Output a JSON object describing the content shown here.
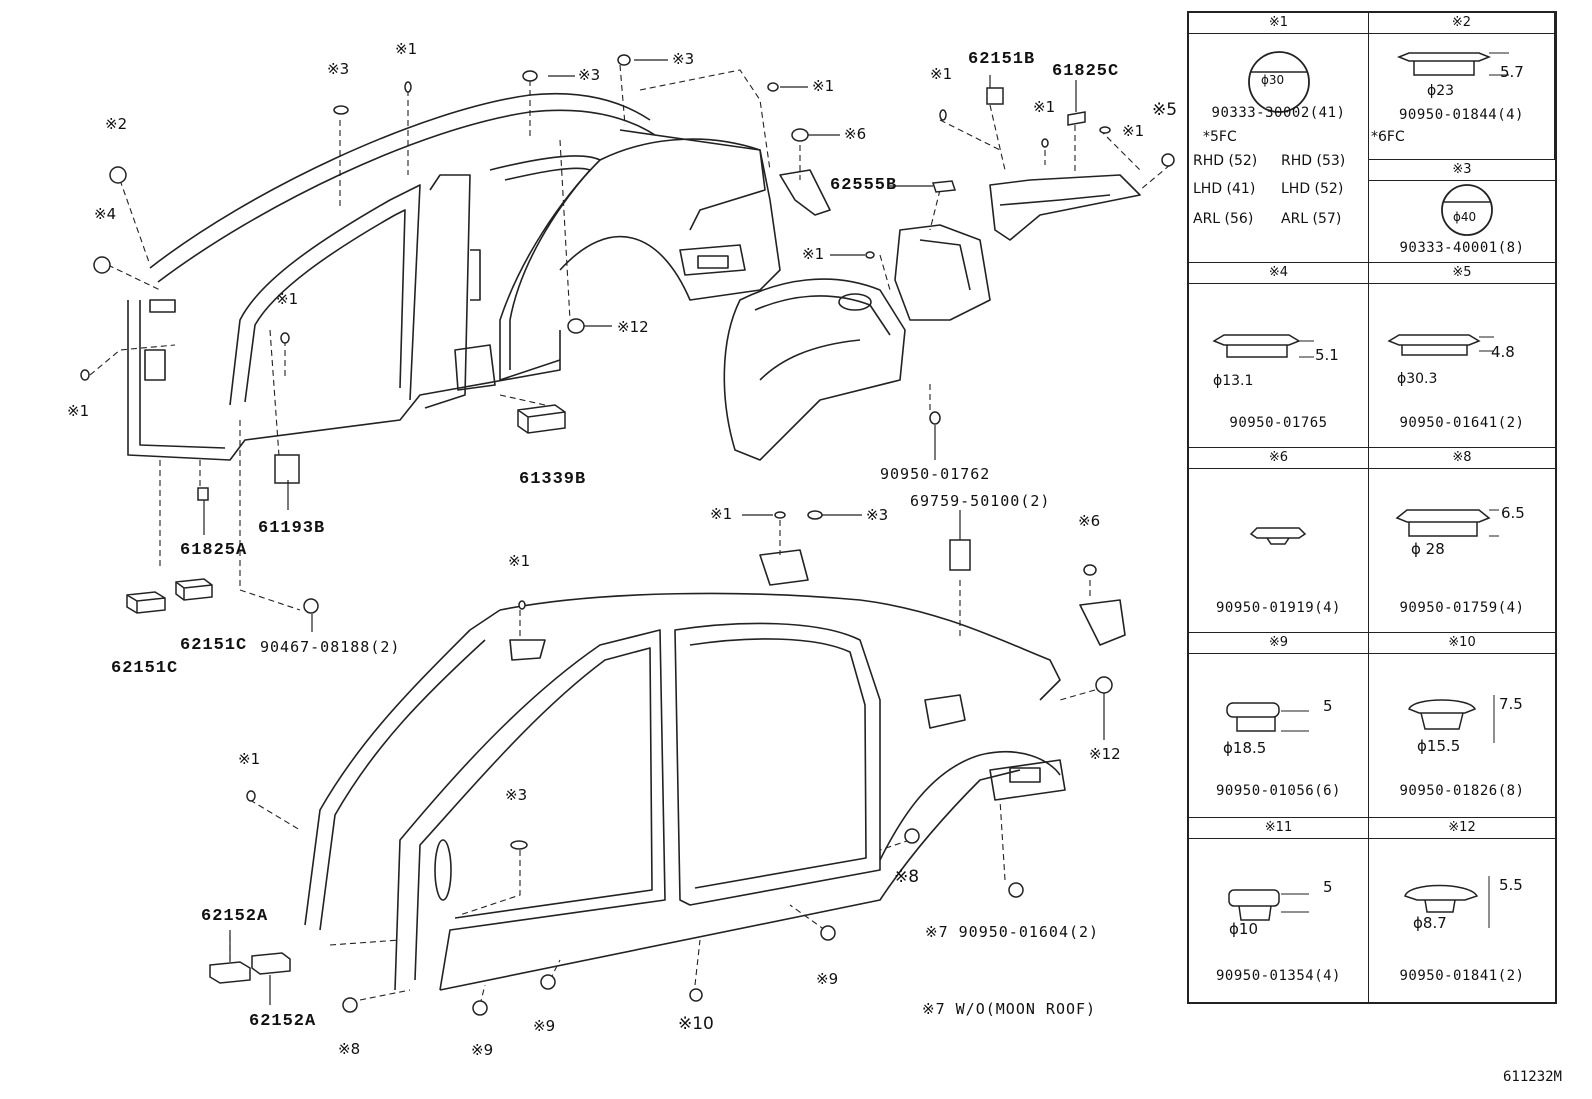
{
  "diagram_code": "611232M",
  "note": "※7 W/O(MOON ROOF)",
  "part_labels": [
    {
      "id": "61339B",
      "text": "61339B"
    },
    {
      "id": "61193B",
      "text": "61193B"
    },
    {
      "id": "61825A",
      "text": "61825A"
    },
    {
      "id": "62151C_a",
      "text": "62151C"
    },
    {
      "id": "62151C_b",
      "text": "62151C"
    },
    {
      "id": "90467",
      "text": "90467-08188(2)"
    },
    {
      "id": "62151B",
      "text": "62151B"
    },
    {
      "id": "61825C",
      "text": "61825C"
    },
    {
      "id": "62555B",
      "text": "62555B"
    },
    {
      "id": "90950_01762",
      "text": "90950-01762"
    },
    {
      "id": "69759",
      "text": "69759-50100(2)"
    },
    {
      "id": "62152A_a",
      "text": "62152A"
    },
    {
      "id": "62152A_b",
      "text": "62152A"
    },
    {
      "id": "90950_01604",
      "text": "※7 90950-01604(2)"
    }
  ],
  "refs": [
    "※1",
    "※2",
    "※3",
    "※4",
    "※5",
    "※6",
    "※8",
    "※9",
    "※10",
    "※11",
    "※12"
  ],
  "table": {
    "cells": [
      {
        "head": "※1",
        "part": "90333-30002(41)",
        "dims": [
          "ϕ30"
        ]
      },
      {
        "head": "※2",
        "part": "90950-01844(4)",
        "dims": [
          "5.7",
          "ϕ23"
        ]
      },
      {
        "head": "※3",
        "part": "90333-40001(8)",
        "dims": [
          "ϕ40"
        ]
      },
      {
        "head": "※4",
        "part": "90950-01765",
        "dims": [
          "5.1",
          "ϕ13.1"
        ]
      },
      {
        "head": "※5",
        "part": "90950-01641(2)",
        "dims": [
          "4.8",
          "ϕ30.3"
        ]
      },
      {
        "head": "※6",
        "part": "90950-01919(4)",
        "dims": []
      },
      {
        "head": "※8",
        "part": "90950-01759(4)",
        "dims": [
          "6.5",
          "ϕ 28"
        ]
      },
      {
        "head": "※9",
        "part": "90950-01056(6)",
        "dims": [
          "5",
          "ϕ18.5"
        ]
      },
      {
        "head": "※10",
        "part": "90950-01826(8)",
        "dims": [
          "7.5",
          "ϕ15.5"
        ]
      },
      {
        "head": "※11",
        "part": "90950-01354(4)",
        "dims": [
          "5",
          "ϕ10"
        ]
      },
      {
        "head": "※12",
        "part": "90950-01841(2)",
        "dims": [
          "5.5",
          "ϕ8.7"
        ]
      }
    ],
    "spec": {
      "fc5": "*5FC",
      "fc6": "*6FC",
      "rhd5": "RHD (52)",
      "rhd6": "RHD (53)",
      "lhd5": "LHD (41)",
      "lhd6": "LHD (52)",
      "arl5": "ARL (56)",
      "arl6": "ARL (57)"
    }
  }
}
